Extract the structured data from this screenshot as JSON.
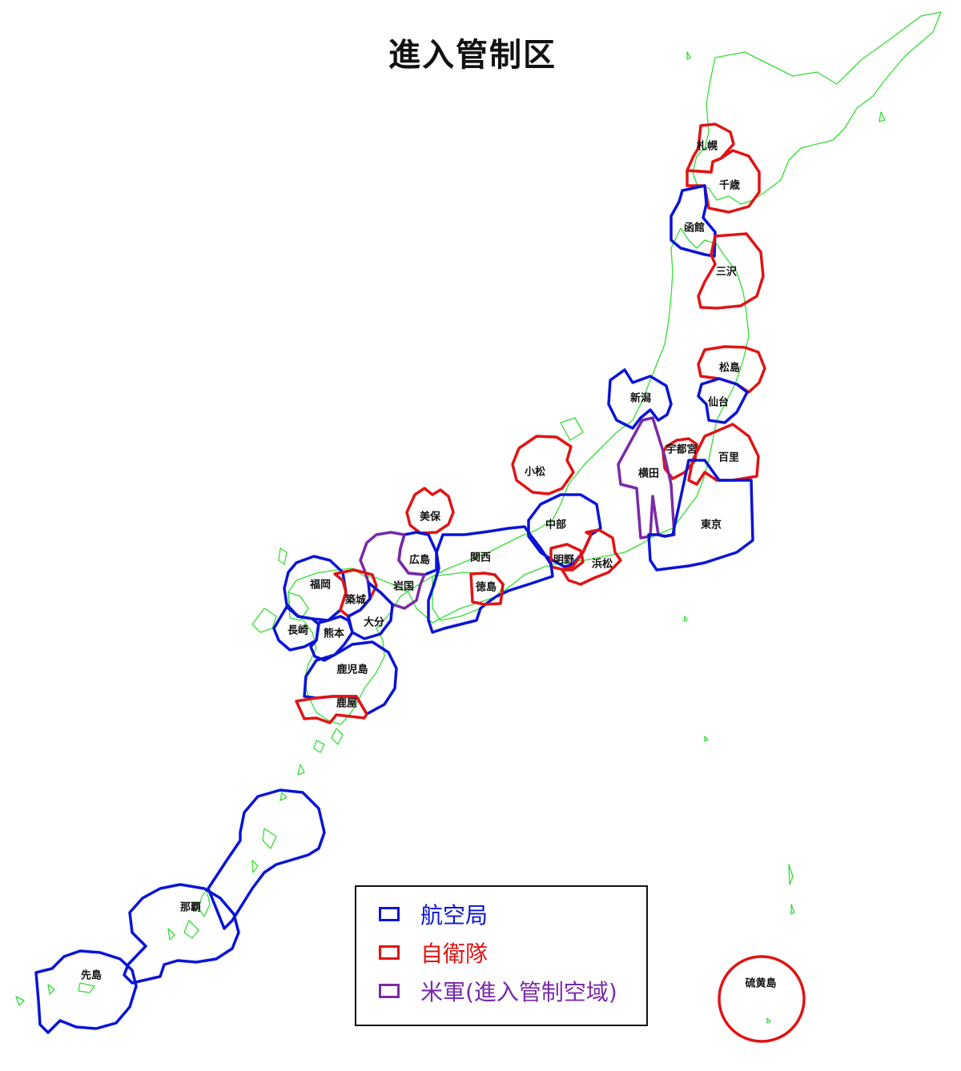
{
  "title": "進入管制区",
  "colors": {
    "jcab": "#0a14d6",
    "jsdf": "#e01414",
    "us": "#7a2aa8",
    "coast": "#33dd33"
  },
  "legend": [
    {
      "key": "jcab",
      "label": "航空局"
    },
    {
      "key": "jsdf",
      "label": "自衛隊"
    },
    {
      "key": "us",
      "label": "米軍(進入管制空域)"
    }
  ],
  "zones": {
    "sapporo": "札幌",
    "chitose": "千歳",
    "hakodate": "函館",
    "misawa": "三沢",
    "matsushima": "松島",
    "sendai": "仙台",
    "niigata": "新潟",
    "utsunomiya": "宇都宮",
    "hyakuri": "百里",
    "komatsu": "小松",
    "yokota": "横田",
    "tokyo": "東京",
    "miho": "美保",
    "chubu": "中部",
    "hiroshima": "広島",
    "kansai": "関西",
    "akeno": "明野",
    "hamamatsu": "浜松",
    "fukuoka": "福岡",
    "iwakuni": "岩国",
    "tokushima": "徳島",
    "tsuiki": "築城",
    "oita": "大分",
    "nagasaki": "長崎",
    "kumamoto": "熊本",
    "kagoshima": "鹿児島",
    "kanoya": "鹿屋",
    "naha": "那覇",
    "sakishima": "先島",
    "iwoto": "硫黄島"
  }
}
